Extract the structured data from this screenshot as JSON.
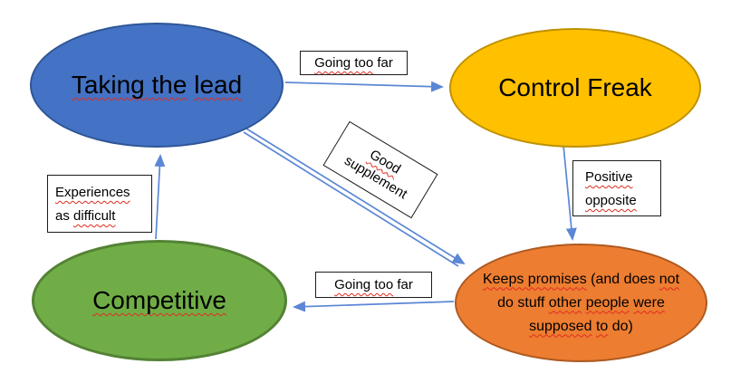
{
  "diagram": {
    "nodes": {
      "taking_the_lead": {
        "label": "Taking the lead",
        "fill": "#4472C4",
        "border": "#2E5596",
        "segments": [
          {
            "text": "Taking the",
            "misspelled": true
          },
          {
            "text": " ",
            "misspelled": false
          },
          {
            "text": "lead",
            "misspelled": true
          }
        ]
      },
      "control_freak": {
        "label": "Control Freak",
        "fill": "#FFC000",
        "border": "#BF9000",
        "segments": [
          {
            "text": "Control Freak",
            "misspelled": false
          }
        ]
      },
      "competitive": {
        "label": "Competitive",
        "fill": "#70AD47",
        "border": "#538234",
        "segments": [
          {
            "text": "Competitive",
            "misspelled": true
          }
        ]
      },
      "keeps_promises": {
        "label": "Keeps promises (and does not do stuff other people were supposed to do)",
        "fill": "#ED7D31",
        "border": "#AE5A21",
        "lines": [
          [
            {
              "text": "Keeps promises",
              "misspelled": true
            },
            {
              "text": " (and does ",
              "misspelled": false
            },
            {
              "text": "not",
              "misspelled": true
            }
          ],
          [
            {
              "text": "do stuff ",
              "misspelled": false
            },
            {
              "text": "other",
              "misspelled": true
            },
            {
              "text": " ",
              "misspelled": false
            },
            {
              "text": "people",
              "misspelled": true
            },
            {
              "text": " ",
              "misspelled": false
            },
            {
              "text": "were",
              "misspelled": true
            }
          ],
          [
            {
              "text": "supposed",
              "misspelled": true
            },
            {
              "text": " ",
              "misspelled": false
            },
            {
              "text": "to",
              "misspelled": true
            },
            {
              "text": " do)",
              "misspelled": false
            }
          ]
        ]
      }
    },
    "edge_labels": {
      "going_too_far_top": {
        "label": "Going too far",
        "segments": [
          {
            "text": "Going too",
            "misspelled": true
          },
          {
            "text": " far",
            "misspelled": false
          }
        ]
      },
      "good_supplement": {
        "label": "Good supplement",
        "lines": [
          [
            {
              "text": "Good",
              "misspelled": true
            }
          ],
          [
            {
              "text": "supplement",
              "misspelled": false
            }
          ]
        ]
      },
      "positive_opposite": {
        "label": "Positive opposite",
        "lines": [
          [
            {
              "text": "Positive",
              "misspelled": true
            }
          ],
          [
            {
              "text": "opposite",
              "misspelled": true
            }
          ]
        ]
      },
      "experiences_as_difficult": {
        "label": "Experiences as difficult",
        "lines": [
          [
            {
              "text": "Experiences",
              "misspelled": true
            }
          ],
          [
            {
              "text": "as ",
              "misspelled": false
            },
            {
              "text": "difficult",
              "misspelled": true
            }
          ]
        ]
      },
      "going_too_far_bottom": {
        "label": "Going too far",
        "segments": [
          {
            "text": "Going too",
            "misspelled": true
          },
          {
            "text": " far",
            "misspelled": false
          }
        ]
      }
    },
    "edges": [
      {
        "from": "Taking the lead",
        "to": "Control Freak",
        "label": "Going too far"
      },
      {
        "from": "Control Freak",
        "to": "Keeps promises (and does not do stuff other people were supposed to do)",
        "label": "Positive opposite"
      },
      {
        "from": "Keeps promises (and does not do stuff other people were supposed to do)",
        "to": "Competitive",
        "label": "Going too far"
      },
      {
        "from": "Competitive",
        "to": "Taking the lead",
        "label": "Experiences as difficult"
      },
      {
        "from": "Taking the lead",
        "to": "Keeps promises (and does not do stuff other people were supposed to do)",
        "label": "Good supplement"
      }
    ],
    "colors": {
      "arrow": "#5B87D5",
      "squiggle": "#E02B20",
      "label_box_bg": "#FFFFFF",
      "label_box_border": "#1B1B1B",
      "text": "#000000"
    }
  }
}
